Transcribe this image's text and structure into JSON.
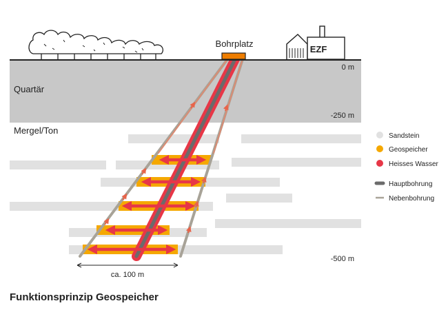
{
  "site": {
    "drill_site_label": "Bohrplatz",
    "building_label": "EZF"
  },
  "layers": {
    "quaternary_label": "Quartär",
    "marl_label": "Mergel/Ton"
  },
  "depths": {
    "surface": "0 m",
    "mid": "-250 m",
    "bottom": "-500 m"
  },
  "dimension_label": "ca. 100 m",
  "legend": {
    "items": [
      {
        "label": "Sandstein",
        "marker": "dot",
        "color": "#e1e1e1"
      },
      {
        "label": "Geospeicher",
        "marker": "dot",
        "color": "#f5a800"
      },
      {
        "label": "Heisses Wasser",
        "marker": "dot",
        "color": "#e73747"
      },
      {
        "label": "Hauptbohrung",
        "marker": "pill",
        "color": "#6b6b6b"
      },
      {
        "label": "Nebenbohrung",
        "marker": "line",
        "color": "#a8a398"
      }
    ]
  },
  "caption": "Funktionsprinzip Geospeicher",
  "colors": {
    "quaternary": "#c8c8c8",
    "sandstone": "#e1e1e1",
    "storage": "#f5a800",
    "hot_water": "#e73747",
    "main_bore": "#6b6b6b",
    "side_bore": "#a8a398",
    "drill_pad": "#ee7d00",
    "ground_line": "#222222"
  }
}
